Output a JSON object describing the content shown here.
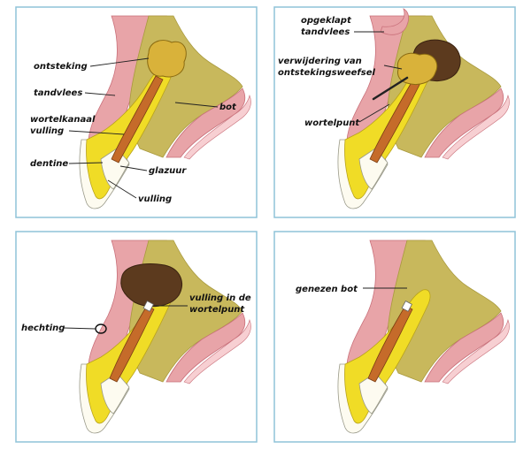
{
  "colors": {
    "panel_border": "#8fc3d9",
    "gum": "#e8a4a8",
    "gum_edge": "#c9707a",
    "gum_light": "#f7cfd2",
    "bone": "#c8b85c",
    "bone_dark": "#a99a3e",
    "dentine": "#f0dc26",
    "enamel": "#fdfbf0",
    "canal_fill": "#c56b2a",
    "infection": "#d9b23a",
    "cavity": "#5c3a1e"
  },
  "panels": [
    {
      "labels": {
        "ontsteking": "ontsteking",
        "tandvlees": "tandvlees",
        "bot": "bot",
        "wortelkanaal_1": "wortelkanaal",
        "wortelkanaal_2": "vulling",
        "dentine": "dentine",
        "glazuur": "glazuur",
        "vulling": "vulling"
      }
    },
    {
      "labels": {
        "opgeklapt_1": "opgeklapt",
        "opgeklapt_2": "tandvlees",
        "verwijdering_1": "verwijdering van",
        "verwijdering_2": "ontstekingsweefsel",
        "wortelpunt": "wortelpunt"
      }
    },
    {
      "labels": {
        "hechting": "hechting",
        "vulling_1": "vulling in de",
        "vulling_2": "wortelpunt"
      }
    },
    {
      "labels": {
        "genezen_bot": "genezen bot"
      }
    }
  ]
}
